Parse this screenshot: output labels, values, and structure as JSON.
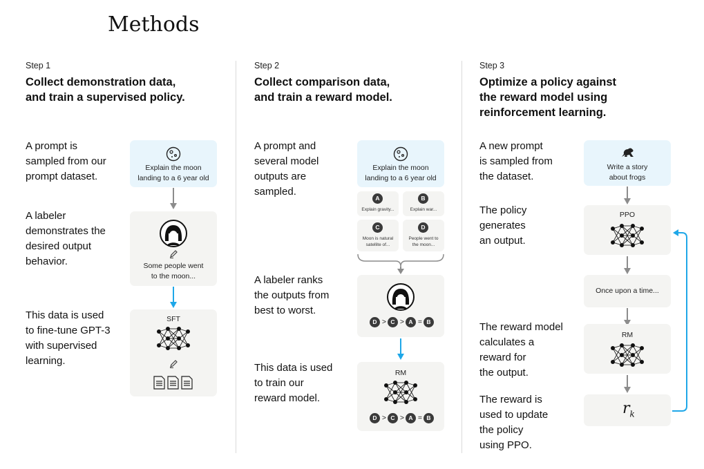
{
  "title": "Methods",
  "col1": {
    "step": "Step 1",
    "heading": [
      "Collect demonstration data,",
      "and train a supervised policy."
    ],
    "desc1": [
      "A prompt is",
      "sampled from our",
      "prompt dataset."
    ],
    "desc2": [
      "A labeler",
      "demonstrates the",
      "desired output",
      "behavior."
    ],
    "desc3": [
      "This data is used",
      "to fine-tune GPT-3",
      "with supervised",
      "learning."
    ],
    "prompt": [
      "Explain the moon",
      "landing to a 6 year old"
    ],
    "output": [
      "Some people went",
      "to the moon..."
    ],
    "model_label": "SFT"
  },
  "col2": {
    "step": "Step 2",
    "heading": [
      "Collect comparison data,",
      "and train a reward model."
    ],
    "desc1": [
      "A prompt and",
      "several model",
      "outputs are",
      "sampled."
    ],
    "desc2": [
      "A labeler ranks",
      "the outputs from",
      "best to worst."
    ],
    "desc3": [
      "This data is used",
      "to train our",
      "reward model."
    ],
    "prompt": [
      "Explain the moon",
      "landing to a 6 year old"
    ],
    "options": [
      {
        "letter": "A",
        "text": [
          "Explain gravity..."
        ]
      },
      {
        "letter": "B",
        "text": [
          "Explain war..."
        ]
      },
      {
        "letter": "C",
        "text": [
          "Moon is natural",
          "satellite of..."
        ]
      },
      {
        "letter": "D",
        "text": [
          "People went to",
          "the moon..."
        ]
      }
    ],
    "ranking": [
      "D",
      ">",
      "C",
      ">",
      "A",
      "=",
      "B"
    ],
    "model_label": "RM"
  },
  "col3": {
    "step": "Step 3",
    "heading": [
      "Optimize a policy against",
      "the reward model using",
      "reinforcement learning."
    ],
    "desc1": [
      "A new prompt",
      "is sampled from",
      "the dataset."
    ],
    "desc2": [
      "The policy",
      "generates",
      "an output."
    ],
    "desc3": [
      "The reward model",
      "calculates a",
      "reward for",
      "the output."
    ],
    "desc4": [
      "The reward is",
      "used to update",
      "the policy",
      "using PPO."
    ],
    "prompt": [
      "Write a story",
      "about frogs"
    ],
    "policy_label": "PPO",
    "output": "Once upon a time...",
    "rm_label": "RM",
    "reward_symbol": "r",
    "reward_sub": "k"
  },
  "colors": {
    "arrow_gray": "#8c8c8c",
    "arrow_blue": "#1ea7e8",
    "box": "#f4f4f2",
    "prompt_box": "#e8f5fc"
  }
}
